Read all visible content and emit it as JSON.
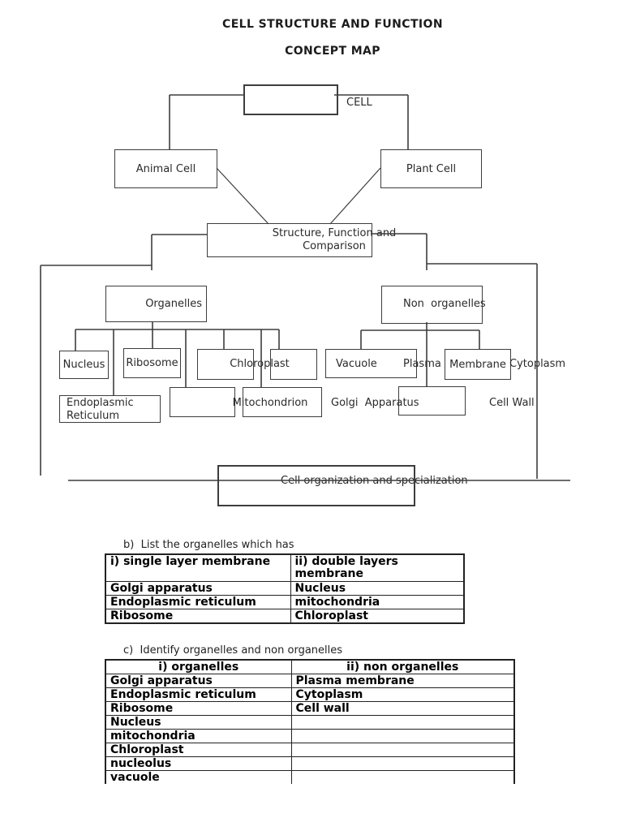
{
  "header": {
    "title": "CELL STRUCTURE AND FUNCTION",
    "subtitle": "CONCEPT MAP"
  },
  "concept_map": {
    "cell_label": "CELL",
    "animal_cell": "Animal Cell",
    "plant_cell": "Plant Cell",
    "structure_line1": "Structure, Function and",
    "structure_line2": "Comparison",
    "organelles": "Organelles",
    "non_organelles": "Non  organelles",
    "nucleus": "Nucleus",
    "ribosome": "Ribosome",
    "chloroplast": "Chloroplast",
    "vacuole": "Vacuole",
    "plasma": "Plasma",
    "membrane": "Membrane",
    "cytoplasm": "Cytoplasm",
    "endoplasmic_reticulum": "Endoplasmic Reticulum",
    "mitochondrion": "Mitochondrion",
    "golgi_apparatus": "Golgi  Apparatus",
    "cell_wall": "Cell Wall",
    "cell_organization": "Cell organization and specialization"
  },
  "section_b": {
    "caption": "b)  List the organelles which has",
    "table": {
      "headers": [
        "i) single layer membrane",
        "ii) double layers membrane"
      ],
      "rows": [
        [
          "Golgi apparatus",
          "Nucleus"
        ],
        [
          "Endoplasmic reticulum",
          "mitochondria"
        ],
        [
          "Ribosome",
          "Chloroplast"
        ]
      ]
    }
  },
  "section_c": {
    "caption": "c)  Identify organelles and non organelles",
    "table": {
      "headers": [
        "i) organelles",
        "ii) non organelles"
      ],
      "rows": [
        [
          "Golgi apparatus",
          "Plasma membrane"
        ],
        [
          "Endoplasmic reticulum",
          "Cytoplasm"
        ],
        [
          "Ribosome",
          "Cell wall"
        ],
        [
          "Nucleus",
          ""
        ],
        [
          "mitochondria",
          ""
        ],
        [
          "Chloroplast",
          ""
        ],
        [
          "nucleolus",
          ""
        ],
        [
          "vacuole",
          ""
        ]
      ]
    }
  },
  "colors": {
    "ink": "#222222",
    "line": "#3d3d3d",
    "background": "#ffffff"
  }
}
